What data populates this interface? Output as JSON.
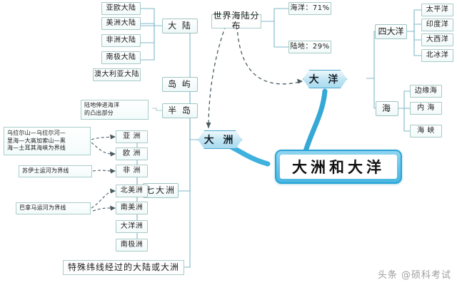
{
  "title": "大洲和大洋",
  "colors": {
    "line": "#7fb8c8",
    "dashed": "#4c5a60",
    "hex_fill": "#b4e0f1",
    "hex_border": "#4aa8cf",
    "central_fill": "#49b6e0",
    "central_border": "#2aa3d6",
    "node_border": "#9ec5c2",
    "node_fill": "#f7fcfc",
    "text": "#1a1a1a",
    "watermark": "#8e8e8e"
  },
  "central": {
    "label": "大洲和大洋"
  },
  "branches": {
    "dazhou": {
      "label": "大 洲"
    },
    "dayang": {
      "label": "大 洋"
    }
  },
  "distribution": {
    "label": "世界海陆分布",
    "items": [
      {
        "label": "海洋：71%"
      },
      {
        "label": "陆地：29%"
      }
    ]
  },
  "land_groups": [
    {
      "key": "dalu",
      "label": "大 陆"
    },
    {
      "key": "daoyu",
      "label": "岛 屿"
    },
    {
      "key": "bandao",
      "label": "半 岛"
    },
    {
      "key": "qidazhou",
      "label": "七大洲"
    }
  ],
  "continents_landmass": [
    {
      "label": "亚欧大陆"
    },
    {
      "label": "美洲大陆"
    },
    {
      "label": "非洲大陆"
    },
    {
      "label": "南极大陆"
    },
    {
      "label": "澳大利亚大陆"
    }
  ],
  "seven_continents": [
    {
      "label": "亚 洲"
    },
    {
      "label": "欧 洲"
    },
    {
      "label": "非 洲"
    },
    {
      "label": "北美洲"
    },
    {
      "label": "南美洲"
    },
    {
      "label": "大洋洲"
    },
    {
      "label": "南极洲"
    }
  ],
  "notes": {
    "peninsula": "陆地伸进海洋\n的凸出部分",
    "eurasia_boundary": "乌拉尔山—乌拉尔河—\n里海—大高加索山—黑\n海—土耳其海峡为界线",
    "suez_boundary": "苏伊士运河为界线",
    "panama_boundary": "巴拿马运河为界线",
    "special_latitude": "特殊纬线经过的大陆或大洲"
  },
  "ocean_groups": [
    {
      "key": "sidayang",
      "label": "四大洋"
    },
    {
      "key": "hai",
      "label": "海"
    }
  ],
  "four_oceans": [
    {
      "label": "太平洋"
    },
    {
      "label": "印度洋"
    },
    {
      "label": "大西洋"
    },
    {
      "label": "北冰洋"
    }
  ],
  "sea_types": [
    {
      "label": "边缘海"
    },
    {
      "label": "内 海"
    },
    {
      "label": "海 峡"
    }
  ],
  "watermark": "头条 @硕科考试"
}
